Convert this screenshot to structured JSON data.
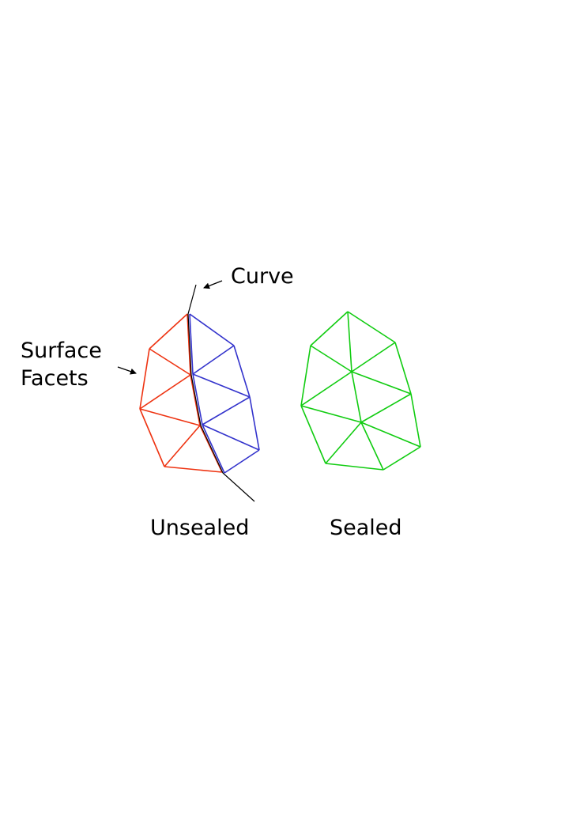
{
  "labels": {
    "curve": "Curve",
    "surface_line1": "Surface",
    "surface_line2": "Facets",
    "unsealed": "Unsealed",
    "sealed": "Sealed"
  },
  "colors": {
    "left_surface": "#ee3311",
    "right_surface": "#3333cc",
    "sealed_mesh": "#11cc11",
    "curve": "#000000",
    "text": "#000000"
  }
}
